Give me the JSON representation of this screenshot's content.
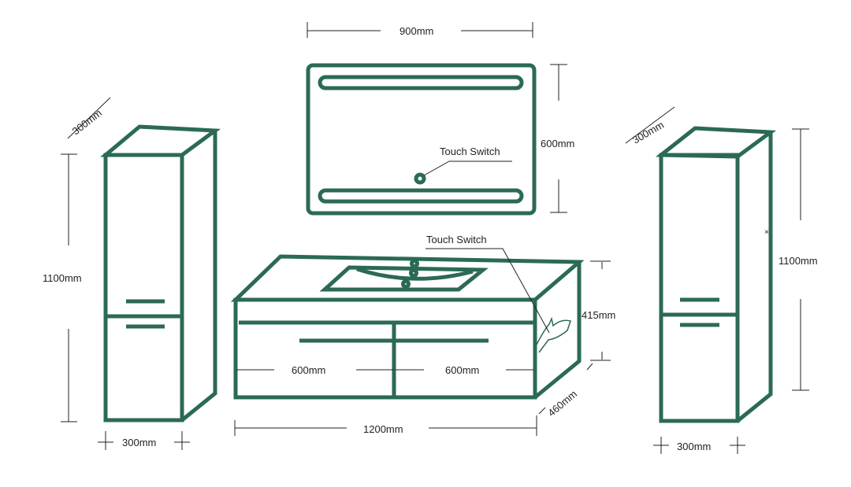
{
  "colors": {
    "outline": "#2b6a55",
    "dimension": "#222222"
  },
  "mirror": {
    "width": "900mm",
    "height": "600mm",
    "touch_switch": "Touch Switch"
  },
  "left_cabinet": {
    "depth": "300mm",
    "height": "1100mm",
    "width": "300mm"
  },
  "right_cabinet": {
    "depth": "300mm",
    "height": "1100mm",
    "width": "300mm"
  },
  "vanity": {
    "touch_switch": "Touch Switch",
    "height": "415mm",
    "depth": "460mm",
    "drawer_left": "600mm",
    "drawer_right": "600mm",
    "width": "1200mm"
  }
}
